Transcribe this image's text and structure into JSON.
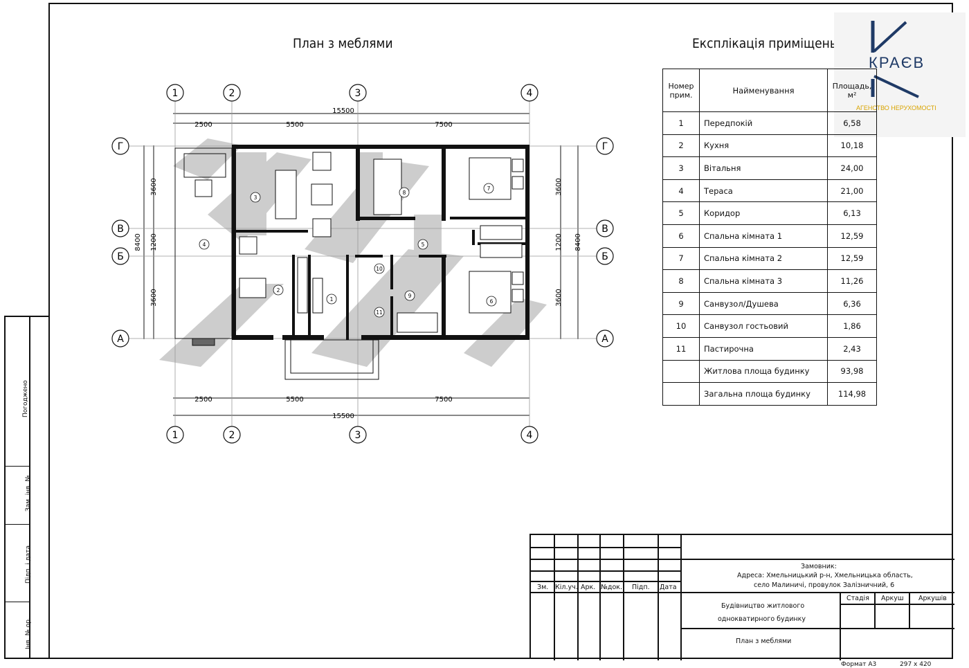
{
  "plan_title": "План з меблями",
  "table_title": "Експлікація приміщень",
  "table": {
    "headers": {
      "num": "Номер прим.",
      "name": "Найменування",
      "area": "Площадь, м²"
    },
    "rows": [
      {
        "num": "1",
        "name": "Передпокій",
        "area": "6,58"
      },
      {
        "num": "2",
        "name": "Кухня",
        "area": "10,18"
      },
      {
        "num": "3",
        "name": "Вітальня",
        "area": "24,00"
      },
      {
        "num": "4",
        "name": "Тераса",
        "area": "21,00"
      },
      {
        "num": "5",
        "name": "Коридор",
        "area": "6,13"
      },
      {
        "num": "6",
        "name": "Спальна кімната 1",
        "area": "12,59"
      },
      {
        "num": "7",
        "name": "Спальна кімната 2",
        "area": "12,59"
      },
      {
        "num": "8",
        "name": "Спальна кімната 3",
        "area": "11,26"
      },
      {
        "num": "9",
        "name": "Санвузол/Душева",
        "area": "6,36"
      },
      {
        "num": "10",
        "name": "Санвузол гостьовий",
        "area": "1,86"
      },
      {
        "num": "11",
        "name": "Пастирочна",
        "area": "2,43"
      },
      {
        "num": "",
        "name": "Житлова площа будинку",
        "area": "93,98"
      },
      {
        "num": "",
        "name": "Загальна площа будинку",
        "area": "114,98"
      }
    ]
  },
  "logo": {
    "brand": "КРАЄВ",
    "tagline": "АГЕНСТВО НЕРУХОМОСТІ",
    "color": "#1f3a66",
    "tagline_color": "#d9a400"
  },
  "axes": {
    "columns": [
      "1",
      "2",
      "3",
      "4"
    ],
    "rows": [
      "Г",
      "В",
      "Б",
      "А"
    ],
    "dims_top": [
      "2500",
      "5500",
      "7500"
    ],
    "total_top": "15500",
    "dims_bottom": [
      "2500",
      "5500",
      "7500"
    ],
    "total_bottom": "15500",
    "dims_left": [
      "3600",
      "1200",
      "3600"
    ],
    "total_left": "8400",
    "dims_right": [
      "3600",
      "1200",
      "3600"
    ],
    "total_right": "8400"
  },
  "room_numbers": [
    "1",
    "2",
    "3",
    "4",
    "5",
    "6",
    "7",
    "8",
    "9",
    "10",
    "11"
  ],
  "side": {
    "agreed": "Погоджено",
    "inv_replace": "Зам. інв. №",
    "sign_date": "Підп. і дата",
    "inv_orig": "Інв. № ор."
  },
  "stamp": {
    "cols": [
      "Зм.",
      "Кіл.уч.",
      "Арк.",
      "№док.",
      "Підп.",
      "Дата"
    ],
    "customer_label": "Замовник:",
    "address_line1": "Адреса: Хмельницький р-н, Хмельницька область,",
    "address_line2": "село Малиничі, провулок Залізничний, 6",
    "project_line1": "Будівництво житлового",
    "project_line2": "однокватирного будинку",
    "stage": "Стадія",
    "sheet": "Аркуш",
    "sheets": "Аркушів",
    "drawing_title": "План з меблями",
    "format_label": "Формат А3",
    "format_size": "297 х 420"
  }
}
